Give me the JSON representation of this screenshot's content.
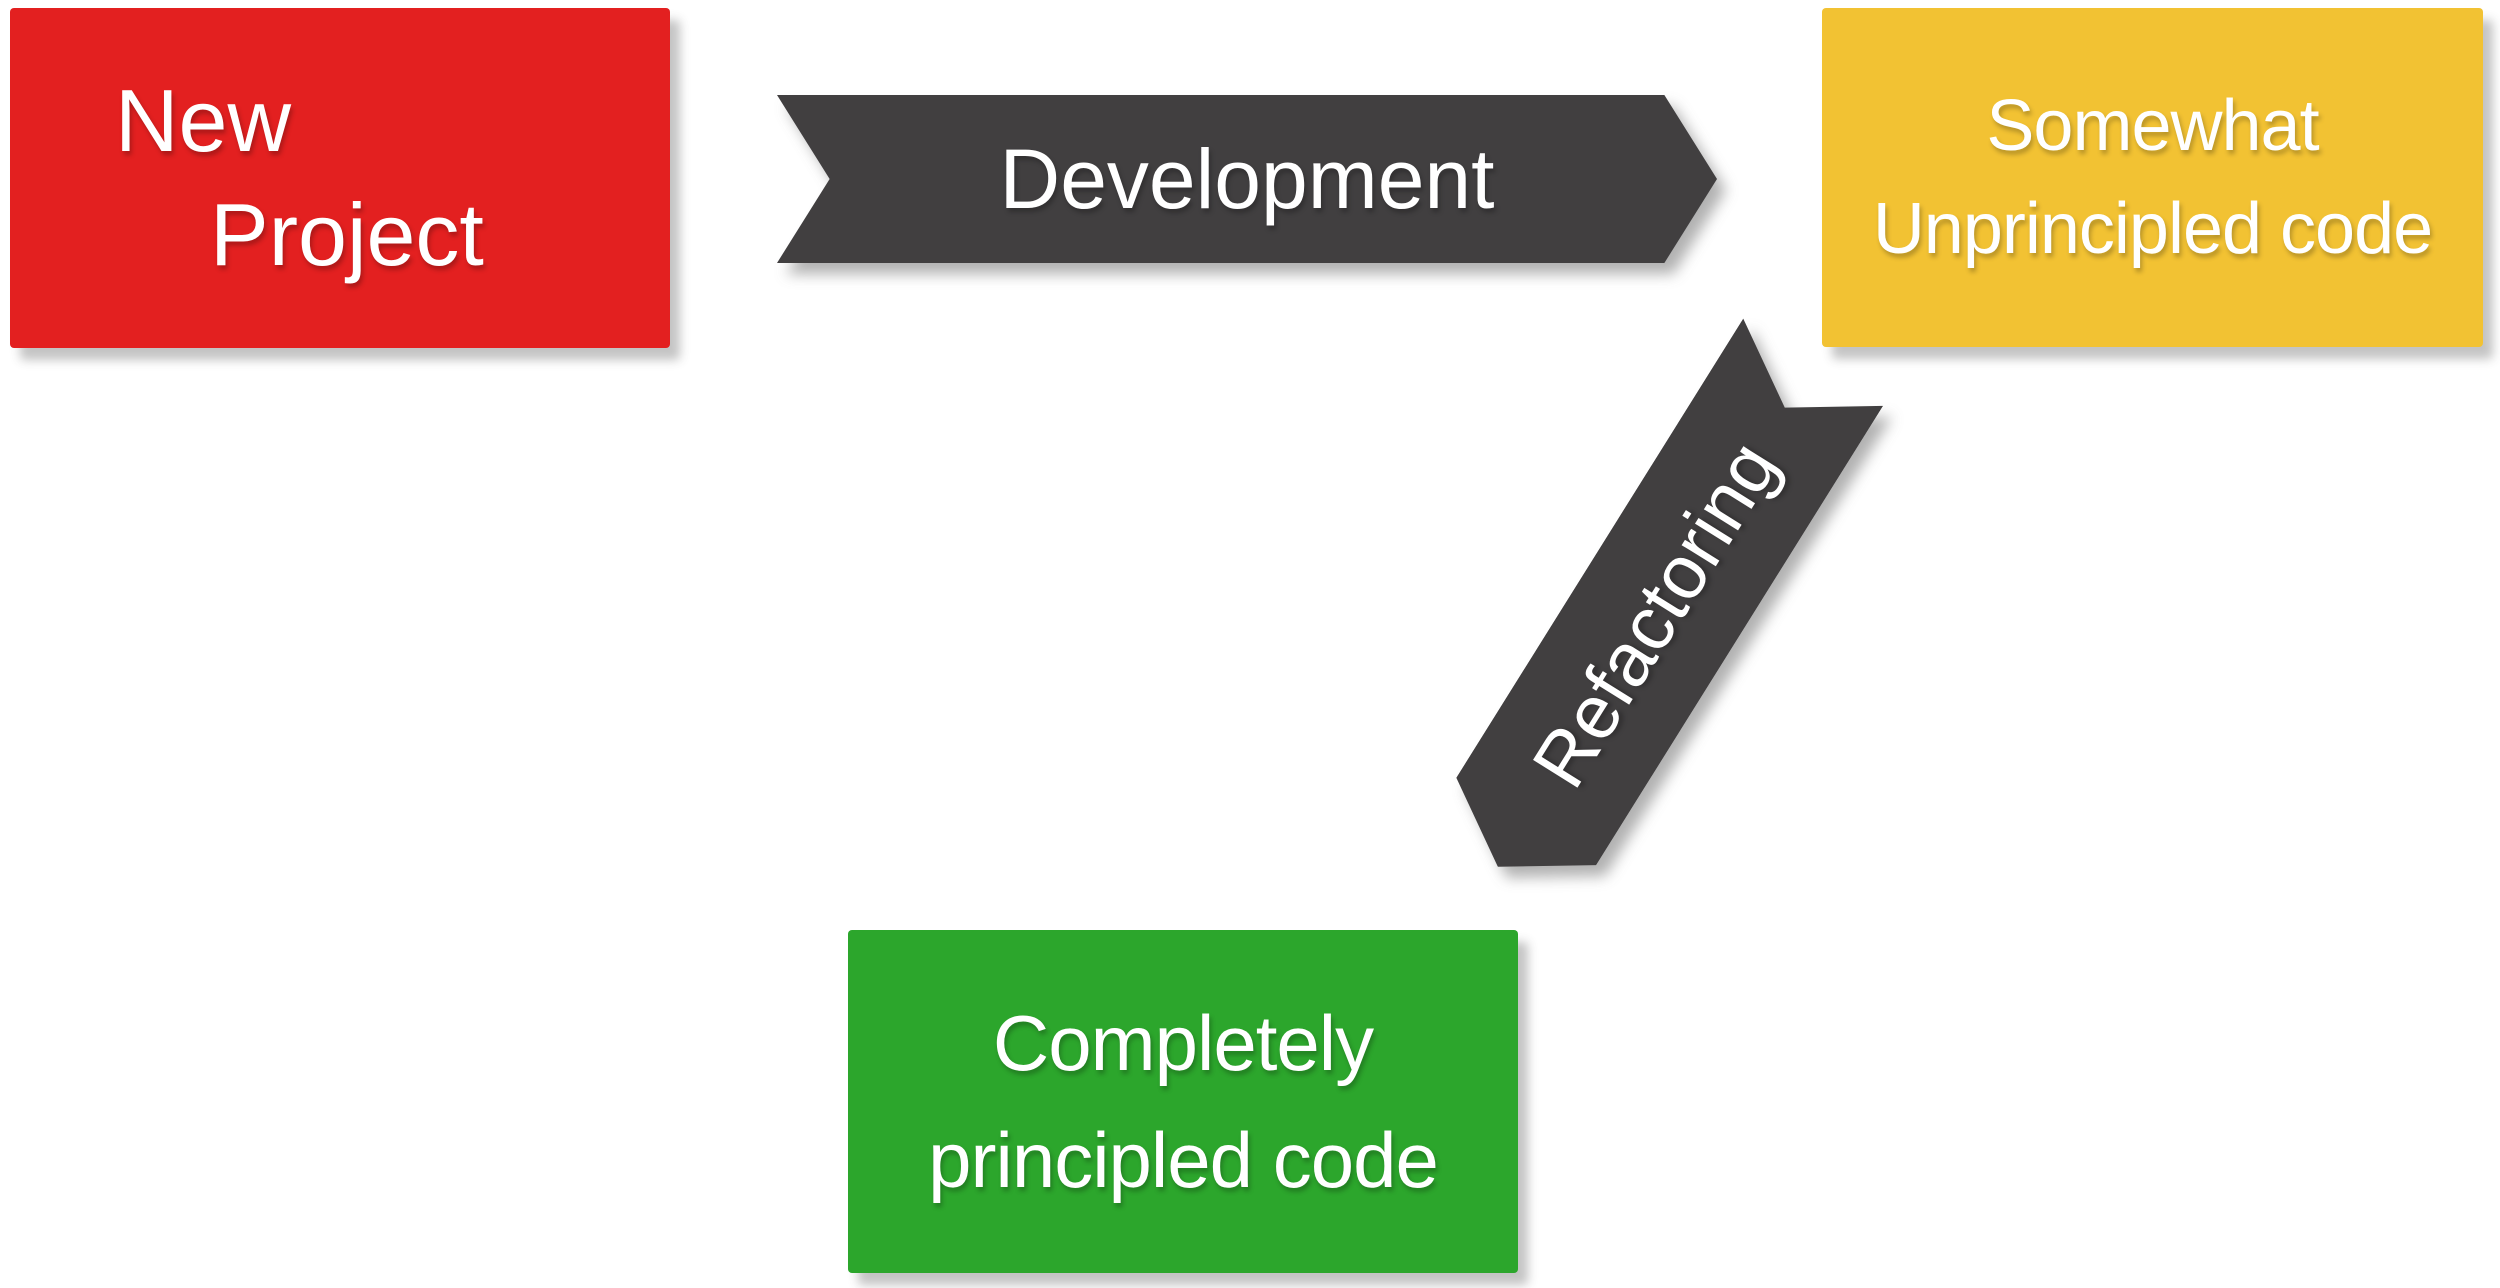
{
  "diagram": {
    "background": "#ffffff",
    "palette": {
      "node_red": "#e32020",
      "node_yellow": "#f2c233",
      "node_green": "#2ca62c",
      "arrow_dark": "#413f40",
      "text_white": "#ffffff"
    },
    "nodes": {
      "new_project": {
        "line1": "New",
        "line2": "Project",
        "color": "#e32020"
      },
      "unprincipled": {
        "line1": "Somewhat",
        "line2": "Unprincipled code",
        "color": "#f2c233"
      },
      "principled": {
        "line1": "Completely",
        "line2": "principled code",
        "color": "#2ca62c"
      }
    },
    "arrows": {
      "development": {
        "label": "Development",
        "color": "#413f40"
      },
      "refactoring": {
        "label": "Refactoring",
        "color": "#413f40"
      }
    }
  }
}
